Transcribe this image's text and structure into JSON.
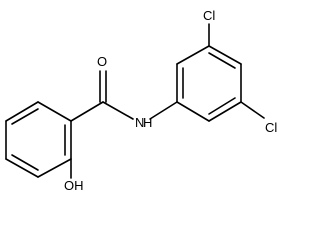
{
  "molecule": {
    "atoms": {
      "oxygen_carbonyl": "O",
      "nitrogen_amide": "N",
      "hydrogen_amide": "H",
      "chlorine_top": "Cl",
      "chlorine_right": "Cl",
      "hydroxyl": "OH"
    }
  },
  "colors": {
    "bond": "#000000",
    "label": "#000000",
    "background": "#ffffff"
  }
}
